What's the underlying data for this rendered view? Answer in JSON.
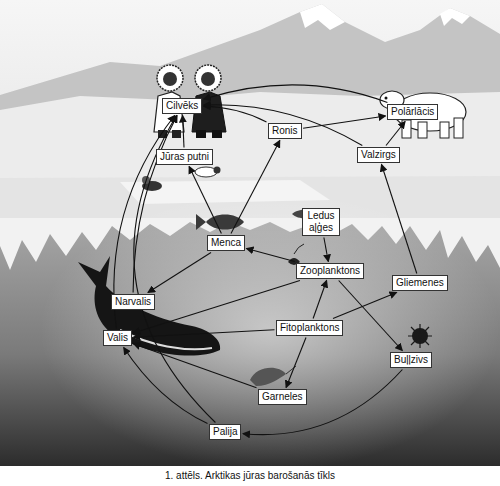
{
  "diagram": {
    "caption": "1. attēls. Arktikas jūras barošanās tīkls",
    "nodes": [
      {
        "text": [
          "Cilvēks"
        ]
      },
      {
        "text": [
          "Polārlācis"
        ]
      },
      {
        "text": [
          "Ronis"
        ]
      },
      {
        "text": [
          "Valzirgs"
        ]
      },
      {
        "text": [
          "Jūras putni"
        ]
      },
      {
        "text": [
          "Ledus aļģes"
        ]
      },
      {
        "text": [
          "Menca"
        ]
      },
      {
        "text": [
          "Zooplanktons"
        ]
      },
      {
        "text": [
          "Gliemenes"
        ]
      },
      {
        "text": [
          "Narvalis"
        ]
      },
      {
        "text": [
          "Valis"
        ]
      },
      {
        "text": [
          "Fitoplanktons"
        ]
      },
      {
        "text": [
          "Buļļzivs"
        ]
      },
      {
        "text": [
          "Garneles"
        ]
      },
      {
        "text": [
          "Palija"
        ]
      }
    ],
    "edges": [
      {
        "from": 2,
        "to": 0,
        "arrow": "to"
      },
      {
        "from": 2,
        "to": 1,
        "arrow": "to"
      },
      {
        "from": 1,
        "to": 0,
        "arrow": "to"
      },
      {
        "from": 3,
        "to": 1,
        "arrow": "to"
      },
      {
        "from": 3,
        "to": 0,
        "arrow": "to"
      },
      {
        "from": 4,
        "to": 0,
        "arrow": "to"
      },
      {
        "from": 6,
        "to": 4,
        "arrow": "to"
      },
      {
        "from": 6,
        "to": 2,
        "arrow": "to"
      },
      {
        "from": 6,
        "to": 9,
        "arrow": "to"
      },
      {
        "from": 9,
        "to": 0,
        "arrow": "to"
      },
      {
        "from": 10,
        "to": 0,
        "arrow": "to"
      },
      {
        "from": 14,
        "to": 0,
        "arrow": "to"
      },
      {
        "from": 14,
        "to": 10,
        "arrow": "to"
      },
      {
        "from": 5,
        "to": 7,
        "arrow": "to"
      },
      {
        "from": 7,
        "to": 6,
        "arrow": "to"
      },
      {
        "from": 7,
        "to": 10,
        "arrow": "to"
      },
      {
        "from": 7,
        "to": 12,
        "arrow": "to"
      },
      {
        "from": 11,
        "to": 7,
        "arrow": "to"
      },
      {
        "from": 11,
        "to": 8,
        "arrow": "to"
      },
      {
        "from": 11,
        "to": 10,
        "arrow": "to"
      },
      {
        "from": 11,
        "to": 13,
        "arrow": "to"
      },
      {
        "from": 8,
        "to": 3,
        "arrow": "to"
      },
      {
        "from": 13,
        "to": 10,
        "arrow": "to"
      },
      {
        "from": 12,
        "to": 14,
        "arrow": "to"
      }
    ]
  }
}
